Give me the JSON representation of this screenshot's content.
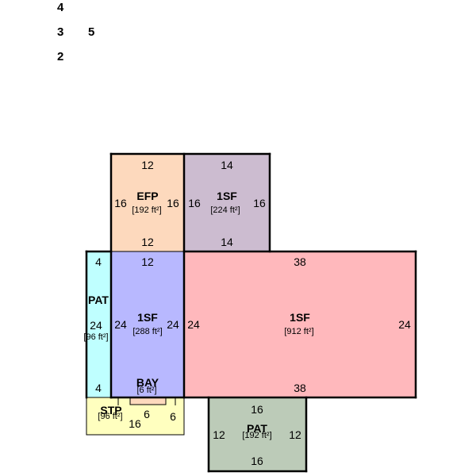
{
  "legend": {
    "row1": "4",
    "row2": "3",
    "row2b": "5",
    "row3": "2"
  },
  "rooms": {
    "efp": {
      "name": "EFP",
      "area": "[192 ft²]",
      "color": "#fdd9bd",
      "top": "12",
      "bottom": "12",
      "left": "16",
      "right": "16"
    },
    "sf_upper": {
      "name": "1SF",
      "area": "[224 ft²]",
      "color": "#ccbcd0",
      "top": "14",
      "bottom": "14",
      "left": "16",
      "right": "16"
    },
    "pat_left": {
      "name": "PAT",
      "area": "[96 ft²]",
      "color": "#bfffff",
      "top": "4",
      "bottom": "4",
      "left": "24"
    },
    "sf_mid": {
      "name": "1SF",
      "area": "[288 ft²]",
      "color": "#b8b8ff",
      "top": "12",
      "left": "24",
      "right": "24"
    },
    "sf_main": {
      "name": "1SF",
      "area": "[912 ft²]",
      "color": "#ffb8bc",
      "top": "38",
      "bottom": "38",
      "left": "24",
      "right": "24"
    },
    "bay": {
      "name": "BAY",
      "area": "[6 ft²]",
      "color": "#fdd9bd"
    },
    "stp": {
      "name": "STP",
      "area": "[96 ft²]",
      "color": "#ffffbf",
      "bottom": "16",
      "right": "6",
      "inner": "6"
    },
    "pat_bottom": {
      "name": "PAT",
      "area": "[192 ft²]",
      "color": "#bccbb8",
      "top": "16",
      "bottom": "16",
      "left": "12",
      "right": "12"
    }
  }
}
